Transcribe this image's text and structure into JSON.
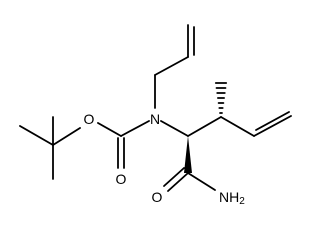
{
  "structure": {
    "atoms": {
      "carbonyl_oxygen": "O",
      "ester_oxygen": "O",
      "nitrogen": "N",
      "amide_oxygen": "O",
      "amide_nitrogen_main": "NH",
      "amide_nitrogen_subscript": "2"
    },
    "colors": {
      "ink": "#000000",
      "background": "#ffffff"
    }
  }
}
